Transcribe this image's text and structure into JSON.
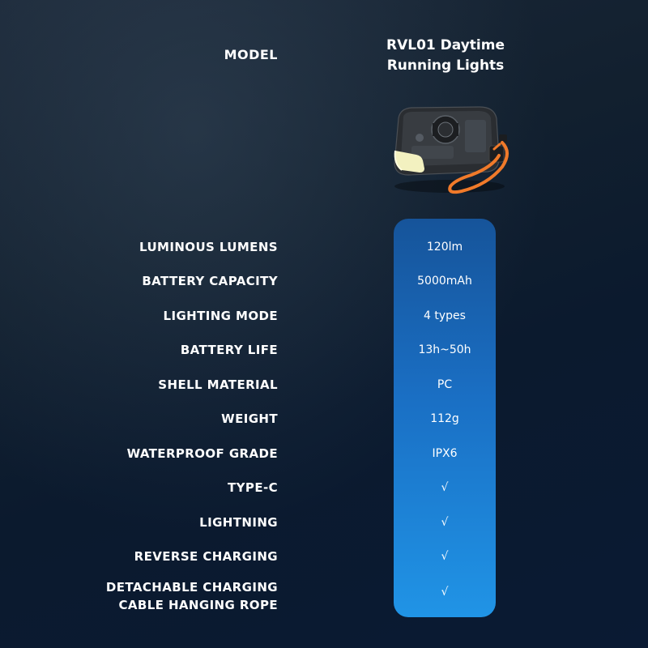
{
  "header": {
    "model_label": "MODEL",
    "product_name_line1": "RVL01 Daytime",
    "product_name_line2": "Running Lights"
  },
  "product_image": {
    "description_icon": "bike-light-with-strap-icon"
  },
  "specs": [
    {
      "label": "LUMINOUS LUMENS",
      "value": "120lm"
    },
    {
      "label": "BATTERY CAPACITY",
      "value": "5000mAh"
    },
    {
      "label": "LIGHTING MODE",
      "value": "4 types"
    },
    {
      "label": "BATTERY LIFE",
      "value": "13h~50h"
    },
    {
      "label": "SHELL MATERIAL",
      "value": "PC"
    },
    {
      "label": "WEIGHT",
      "value": "112g"
    },
    {
      "label": "WATERPROOF GRADE",
      "value": "IPX6"
    },
    {
      "label": "TYPE-C",
      "value": "√"
    },
    {
      "label": "LIGHTNING",
      "value": "√"
    },
    {
      "label": "REVERSE CHARGING",
      "value": "√"
    },
    {
      "label_line1": "DETACHABLE CHARGING",
      "label_line2": "CABLE HANGING ROPE",
      "value": "√"
    }
  ],
  "colors": {
    "background": "#0b1a2e",
    "column_top": "#16549a",
    "column_bottom": "#2094e6",
    "strap": "#f07a2a",
    "light_strip": "#f3f1c0"
  }
}
